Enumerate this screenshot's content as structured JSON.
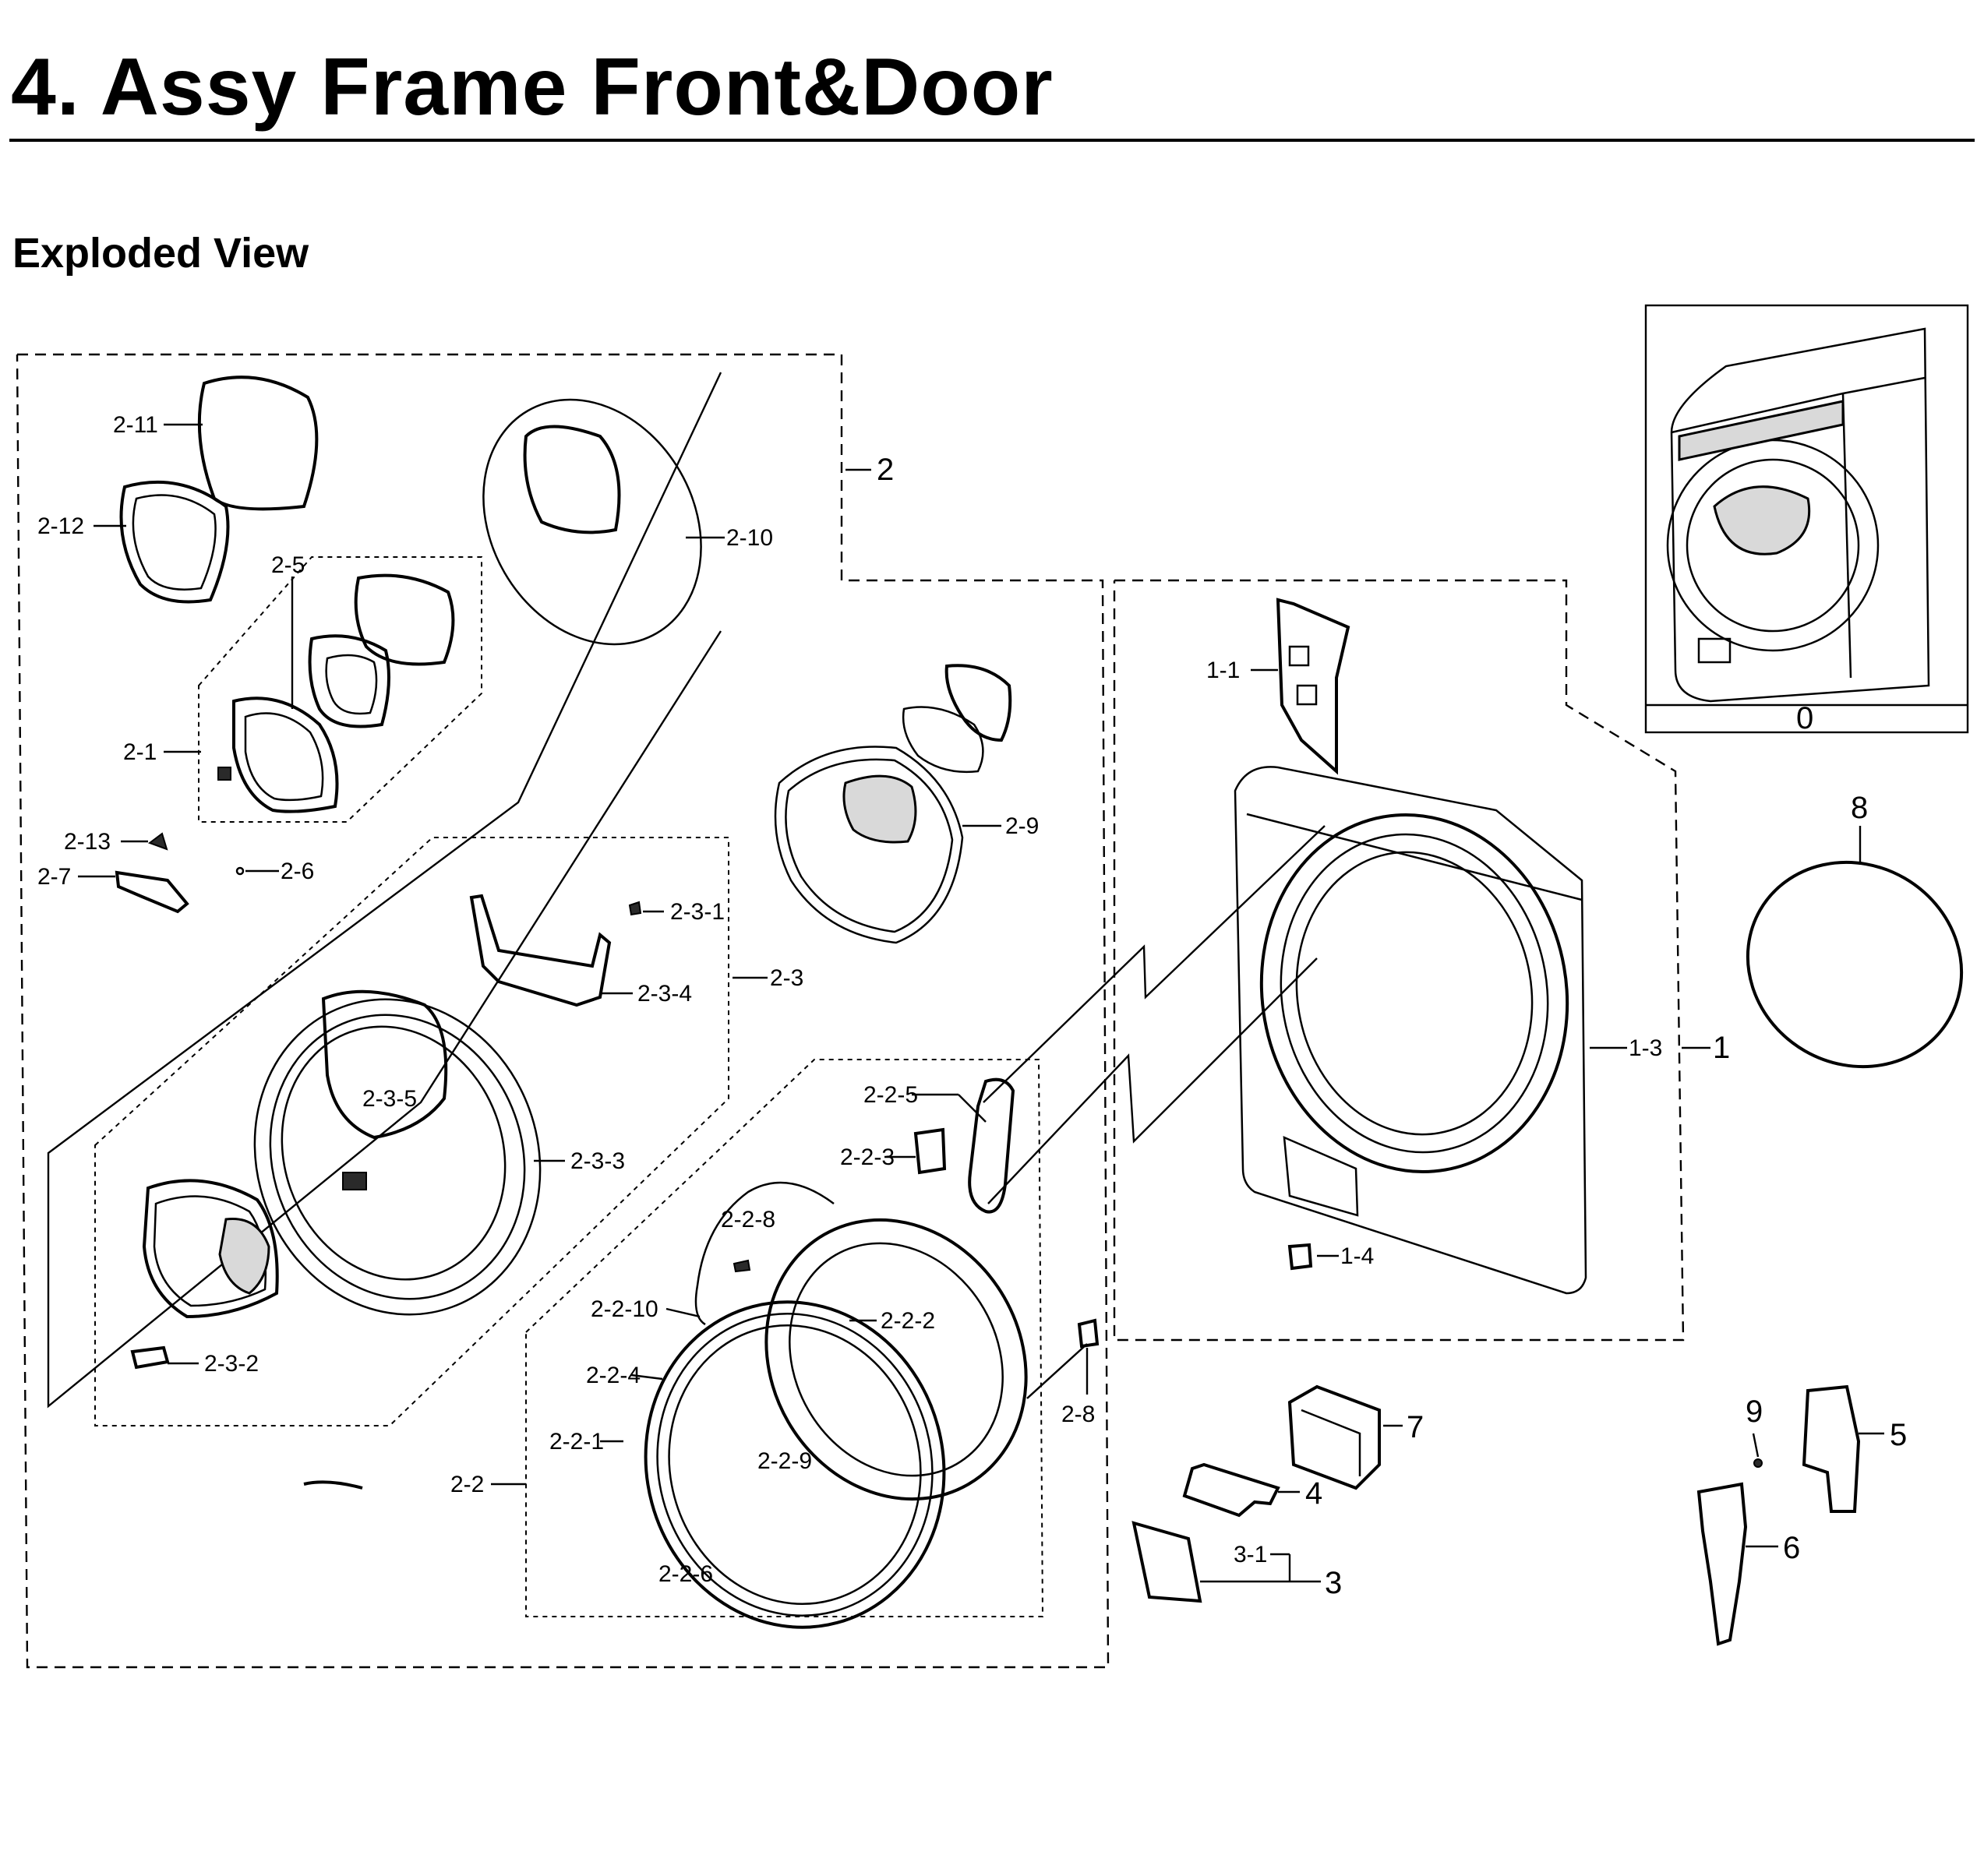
{
  "header": {
    "title": "4.  Assy Frame Front&Door"
  },
  "section": {
    "subtitle": "Exploded View"
  },
  "callouts": {
    "c0": "0",
    "c1": "1",
    "c1_1": "1-1",
    "c1_3": "1-3",
    "c1_4": "1-4",
    "c2": "2",
    "c2_1": "2-1",
    "c2_2": "2-2",
    "c2_3": "2-3",
    "c2_5": "2-5",
    "c2_6": "2-6",
    "c2_7": "2-7",
    "c2_8": "2-8",
    "c2_9": "2-9",
    "c2_10": "2-10",
    "c2_11": "2-11",
    "c2_12": "2-12",
    "c2_13": "2-13",
    "c2_2_1": "2-2-1",
    "c2_2_2": "2-2-2",
    "c2_2_3": "2-2-3",
    "c2_2_4": "2-2-4",
    "c2_2_5": "2-2-5",
    "c2_2_6": "2-2-6",
    "c2_2_8": "2-2-8",
    "c2_2_9": "2-2-9",
    "c2_2_10": "2-2-10",
    "c2_3_1": "2-3-1",
    "c2_3_2": "2-3-2",
    "c2_3_3": "2-3-3",
    "c2_3_4": "2-3-4",
    "c2_3_5": "2-3-5",
    "c3": "3",
    "c3_1": "3-1",
    "c4": "4",
    "c5": "5",
    "c6": "6",
    "c7": "7",
    "c8": "8",
    "c9": "9"
  }
}
